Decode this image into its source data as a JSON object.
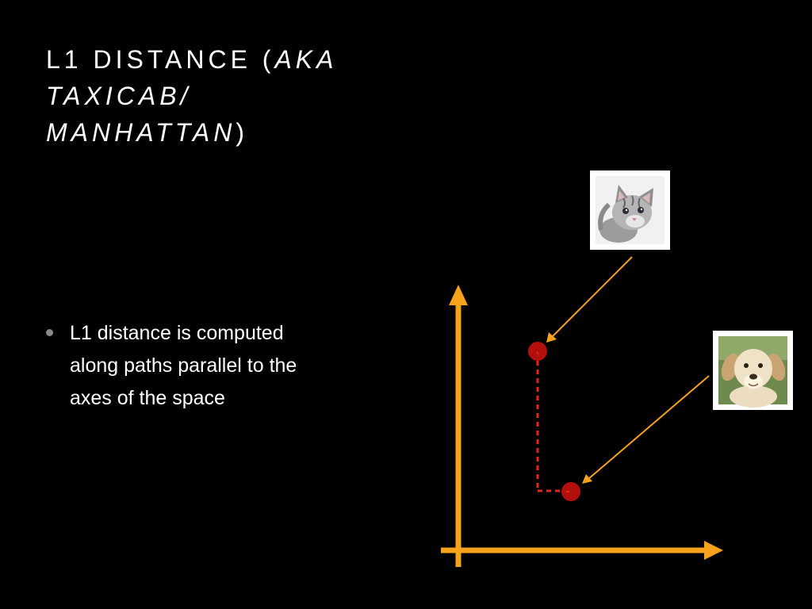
{
  "slide": {
    "title": {
      "lines": [
        [
          {
            "text": "L1 DISTANCE (",
            "italic": false
          },
          {
            "text": "AKA",
            "italic": true
          }
        ],
        [
          {
            "text": "TAXICAB/",
            "italic": true
          }
        ],
        [
          {
            "text": "MANHATTAN",
            "italic": true
          },
          {
            "text": ")",
            "italic": false
          }
        ]
      ]
    },
    "bullets": [
      {
        "lines": [
          "L1 distance is computed",
          "along paths parallel to the",
          "axes of the space"
        ]
      }
    ]
  },
  "diagram": {
    "images": [
      {
        "name": "kitten-photo",
        "depicts": "kitten"
      },
      {
        "name": "puppy-photo",
        "depicts": "puppy"
      }
    ],
    "colors": {
      "axis": "#f7a21b",
      "pointer": "#f7a21b",
      "point": "#b30f0b",
      "path": "#e8231c",
      "background": "#000000",
      "text": "#ffffff",
      "bullet": "#8a8a8a"
    }
  }
}
